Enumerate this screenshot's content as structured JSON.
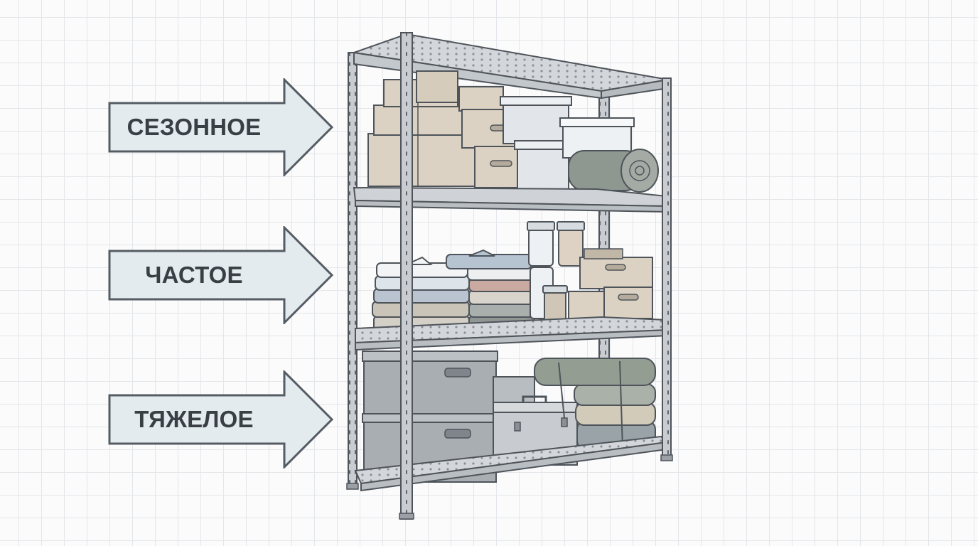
{
  "labels": {
    "seasonal": "СЕЗОННОЕ",
    "frequent": "ЧАСТОЕ",
    "heavy": "ТЯЖЕЛОЕ"
  },
  "colors": {
    "arrow_fill": "#e4ebef",
    "arrow_stroke": "#555c63",
    "frame": "#c9cdd1",
    "frame_stroke": "#4e545a",
    "cardboard": "#dcd2c3",
    "plastic_clear": "#e9ecef",
    "crate_gray": "#a9aeb3",
    "bedroll": "#8f9890"
  },
  "icons": {
    "arrow": "right-arrow-icon"
  }
}
